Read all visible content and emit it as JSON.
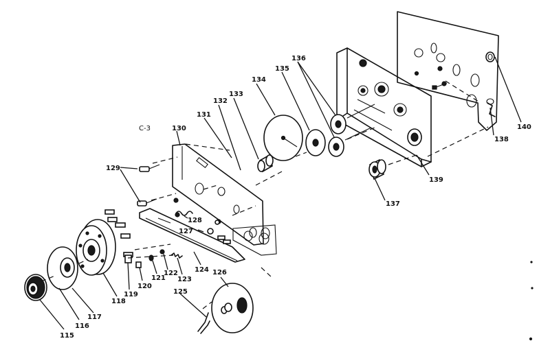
{
  "sheet_label": "C-3",
  "callouts": {
    "c115": "115",
    "c116": "116",
    "c117": "117",
    "c118": "118",
    "c119": "119",
    "c120": "120",
    "c121": "121",
    "c122": "122",
    "c123": "123",
    "c124": "124",
    "c125": "125",
    "c126": "126",
    "c127": "127",
    "c128": "128",
    "c129": "129",
    "c130": "130",
    "c131": "131",
    "c132": "132",
    "c133": "133",
    "c134": "134",
    "c135": "135",
    "c136": "136",
    "c137": "137",
    "c138": "138",
    "c139": "139",
    "c140": "140"
  }
}
